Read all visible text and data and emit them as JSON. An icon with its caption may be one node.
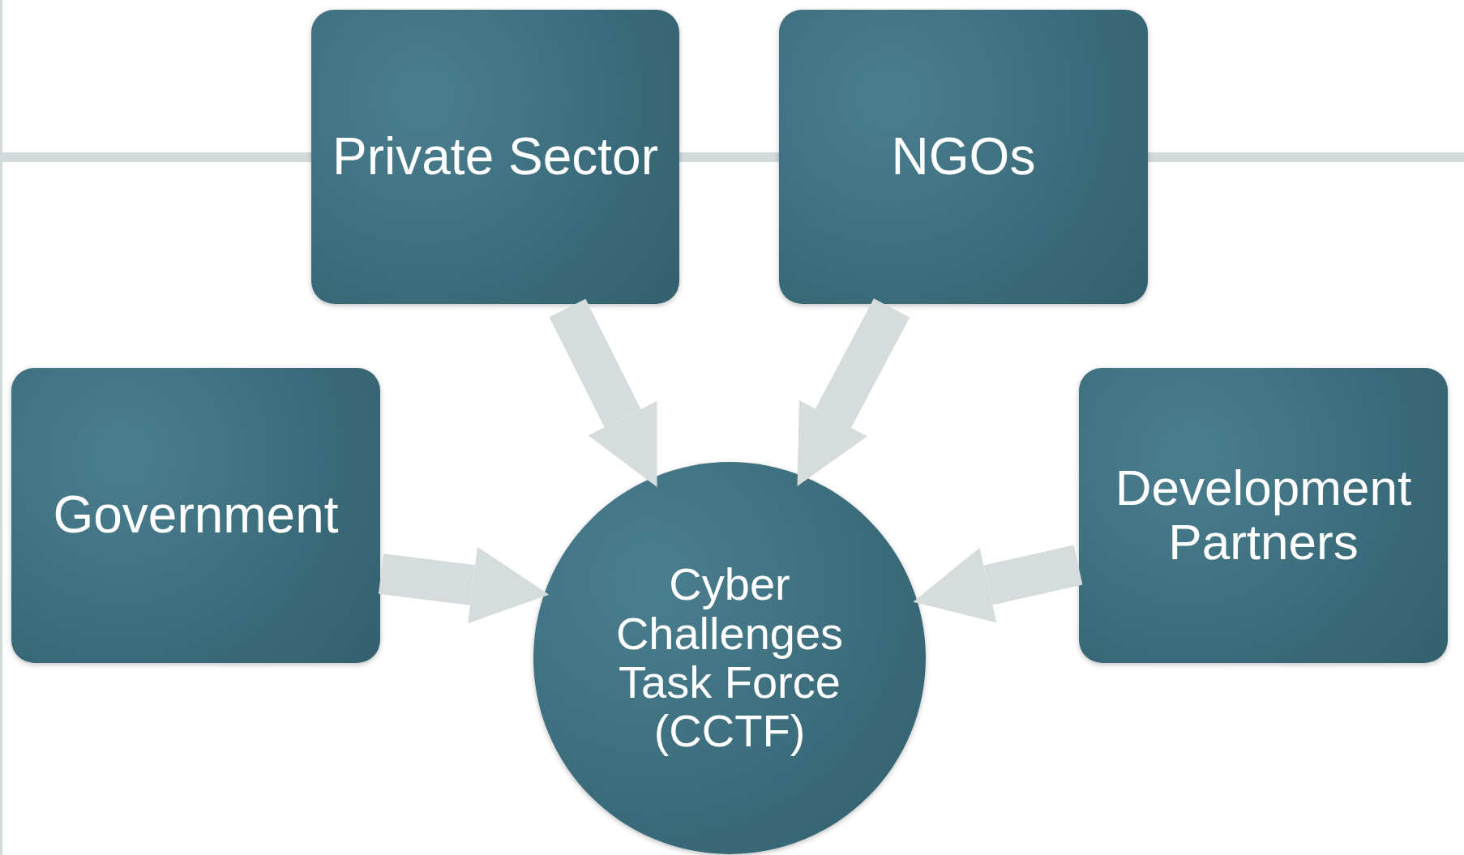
{
  "diagram": {
    "nodes": [
      {
        "text": [
          "Private Sector"
        ]
      },
      {
        "text": [
          "NGOs"
        ]
      },
      {
        "text": [
          "Government"
        ]
      },
      {
        "text": [
          "Development Partners"
        ]
      },
      {
        "text": [
          "Cyber Challenges Task Force (CCTF)"
        ]
      }
    ],
    "edges": [
      {
        "from": 0,
        "to": 4,
        "arrow": "to"
      },
      {
        "from": 1,
        "to": 4,
        "arrow": "to"
      },
      {
        "from": 2,
        "to": 4,
        "arrow": "to"
      },
      {
        "from": 3,
        "to": 4,
        "arrow": "to"
      }
    ]
  }
}
